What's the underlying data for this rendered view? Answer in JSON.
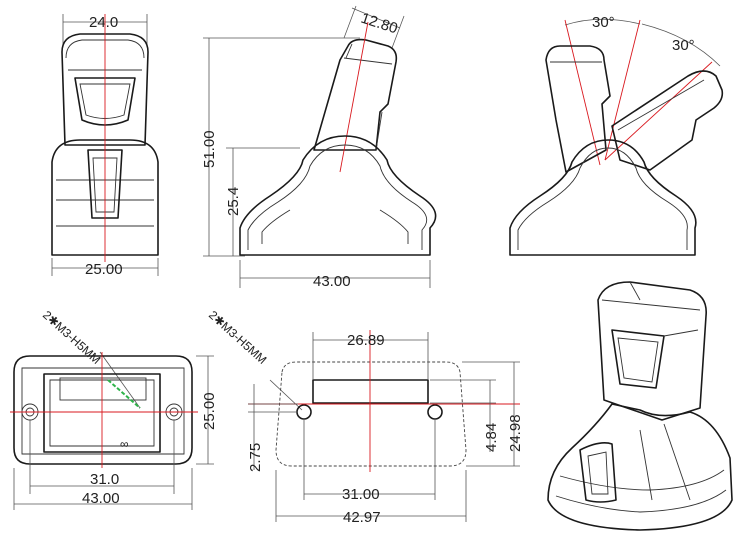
{
  "views": {
    "front": {
      "width_top": "24.0",
      "width_bottom": "25.00"
    },
    "side": {
      "top_dim": "12.80",
      "height_total": "51.00",
      "height_mid": "25.4",
      "width": "43.00"
    },
    "tilt": {
      "angle_a": "30°",
      "angle_b": "30°"
    },
    "bottom": {
      "screw_note": "2✱M3-H5MM",
      "height": "25.00",
      "inner_width": "31.0",
      "width": "43.00"
    },
    "mount": {
      "screw_note": "2✱M3-H5MM",
      "slot_width": "26.89",
      "hole_offset": "2.75",
      "slot_height": "4.84",
      "height": "24.98",
      "hole_spacing": "31.00",
      "width": "42.97"
    }
  }
}
